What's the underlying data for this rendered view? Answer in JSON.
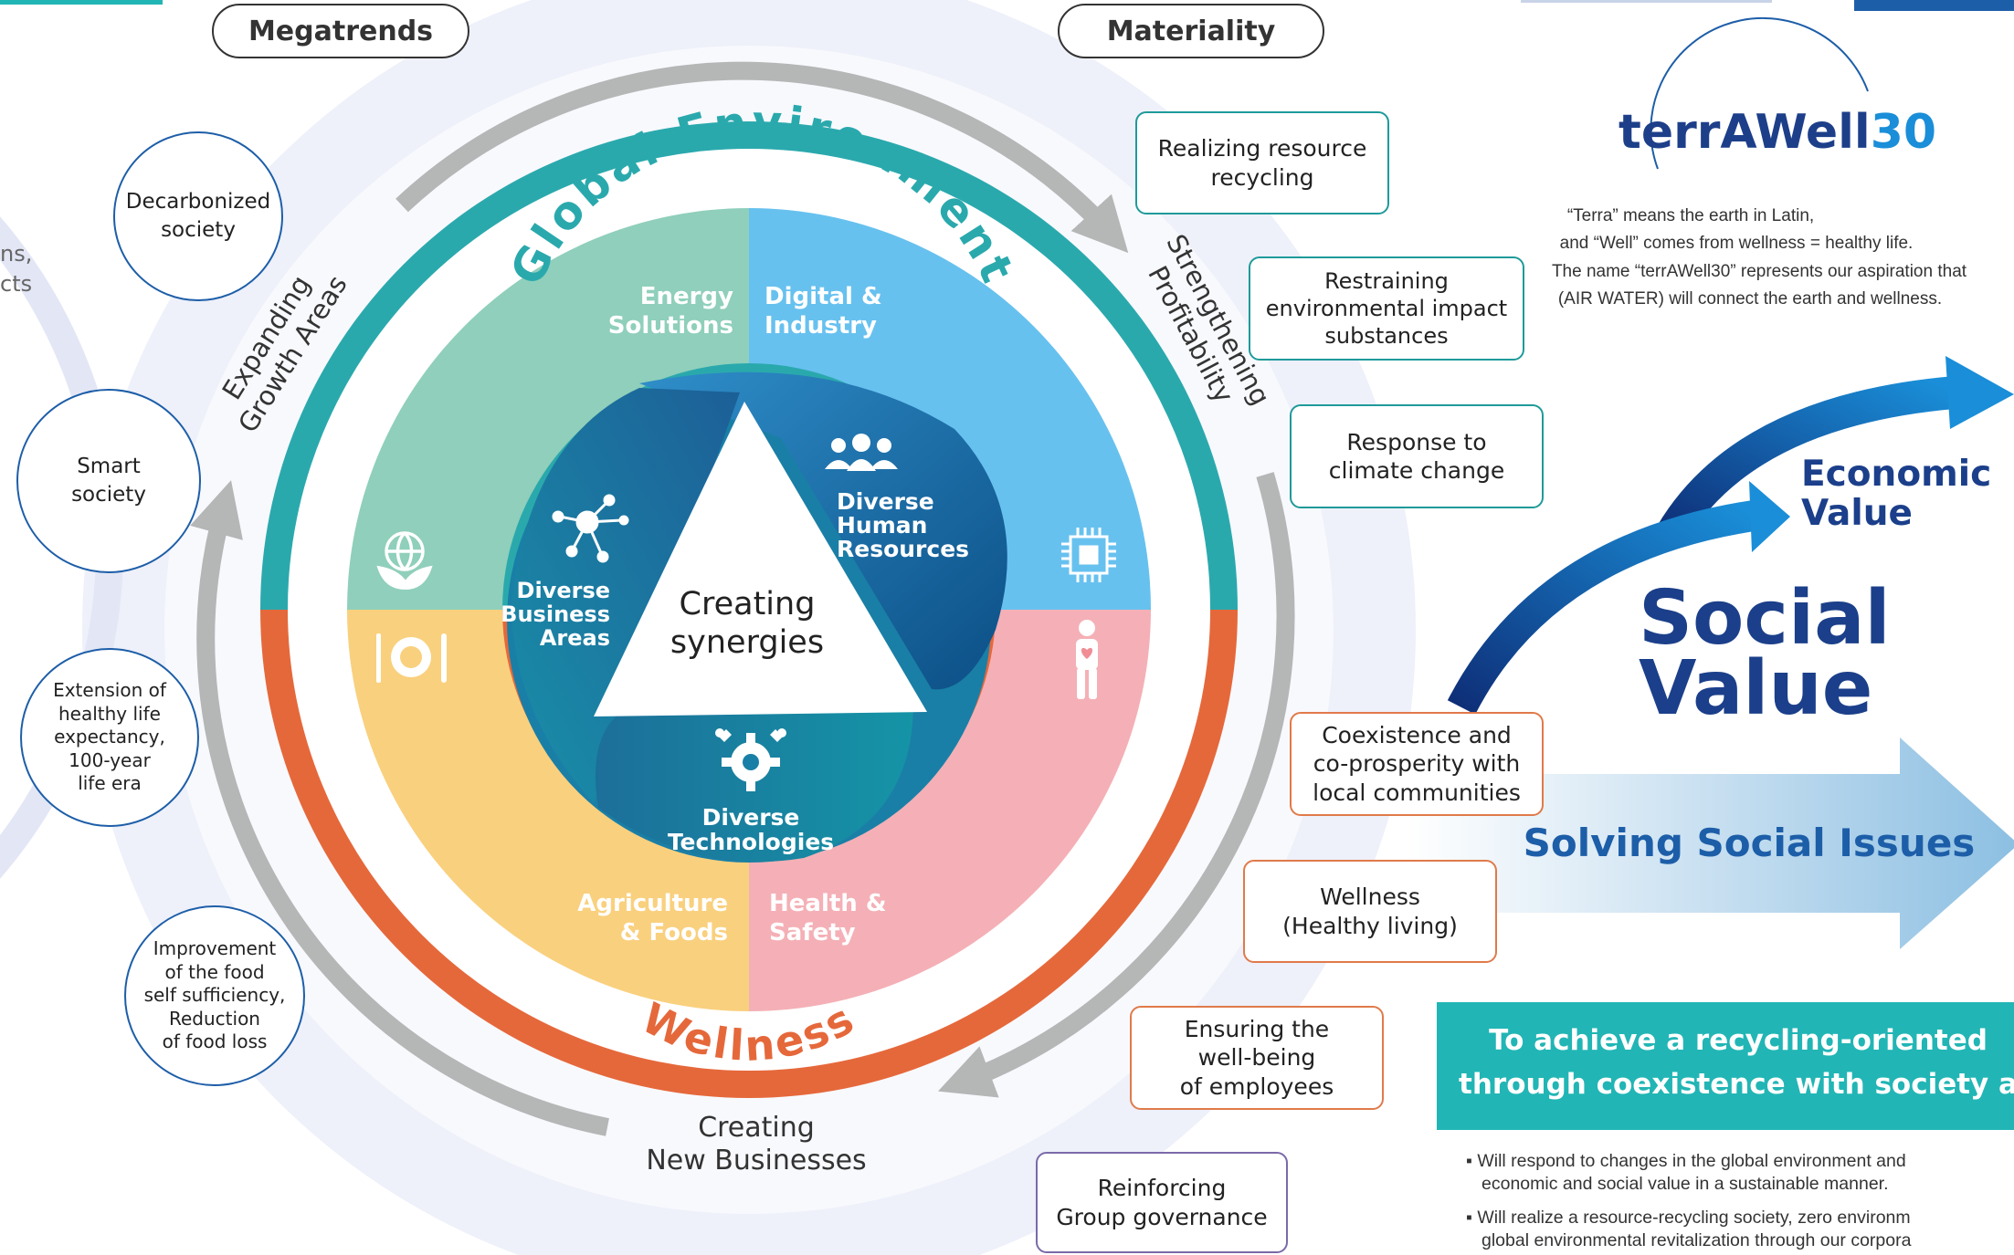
{
  "headers": {
    "megatrends": "Megatrends",
    "materiality": "Materiality"
  },
  "side_fragments": [
    "ns,",
    "cts"
  ],
  "ring": {
    "top": "Global Environment",
    "bottom": "Wellness",
    "left_arc": [
      "Expanding",
      "Growth Areas"
    ],
    "right_arc": [
      "Strengthening",
      "Profitability"
    ],
    "bottom_label": [
      "Creating",
      "New Businesses"
    ]
  },
  "quadrants": {
    "energy": [
      "Energy",
      "Solutions"
    ],
    "digital": [
      "Digital &",
      "Industry"
    ],
    "agri": [
      "Agriculture",
      "& Foods"
    ],
    "health": [
      "Health &",
      "Safety"
    ]
  },
  "center": {
    "title": [
      "Creating",
      "synergies"
    ],
    "hr": [
      "Diverse",
      "Human",
      "Resources"
    ],
    "business": [
      "Diverse",
      "Business",
      "Areas"
    ],
    "tech": [
      "Diverse",
      "Technologies"
    ]
  },
  "icons": [
    "globe-leaf-icon",
    "chip-icon",
    "plate-icon",
    "person-heart-icon",
    "people-icon",
    "network-icon",
    "gears-icon"
  ],
  "megatrends": [
    [
      "Decarbonized",
      "society"
    ],
    [
      "Smart",
      "society"
    ],
    [
      "Extension of",
      "healthy life",
      "expectancy,",
      "100-year",
      "life era"
    ],
    [
      "Improvement",
      "of the food",
      "self sufficiency,",
      "Reduction",
      "of food loss"
    ]
  ],
  "materiality": [
    [
      "Realizing resource",
      "recycling"
    ],
    [
      "Restraining",
      "environmental impact",
      "substances"
    ],
    [
      "Response to",
      "climate change"
    ],
    [
      "Coexistence and",
      "co-prosperity with",
      "local communities"
    ],
    [
      "Wellness",
      "(Healthy living)"
    ],
    [
      "Ensuring the",
      "well-being",
      "of employees"
    ],
    [
      "Reinforcing",
      "Group governance"
    ]
  ],
  "terra": {
    "logo_a": "terrAWell",
    "logo_b": "30",
    "desc": [
      "“Terra” means the earth in Latin,",
      "and “Well” comes from wellness = healthy life.",
      "The name “terrAWell30” represents our aspiration that",
      "(AIR WATER) will connect the earth and wellness."
    ]
  },
  "value": {
    "economic": [
      "Economic",
      "Value"
    ],
    "social": [
      "Social",
      "Value"
    ],
    "solving": "Solving Social Issues"
  },
  "banner": [
    "To achieve a recycling-oriented",
    "through coexistence with society a"
  ],
  "bullets": [
    [
      "▪ Will respond to changes in the global environment and",
      "economic and social value in a sustainable manner."
    ],
    [
      "▪ Will realize a resource-recycling society, zero environm",
      "global environmental revitalization through our corpora"
    ]
  ],
  "colors": {
    "teal_ring": "#2aa9ad",
    "orange_ring": "#e5683b",
    "energy": "#8fcfbb",
    "digital": "#67c1ef",
    "agri": "#f9d07e",
    "health": "#f4b0b6",
    "navy": "#1b3f8a",
    "blue": "#1d5ea8"
  }
}
